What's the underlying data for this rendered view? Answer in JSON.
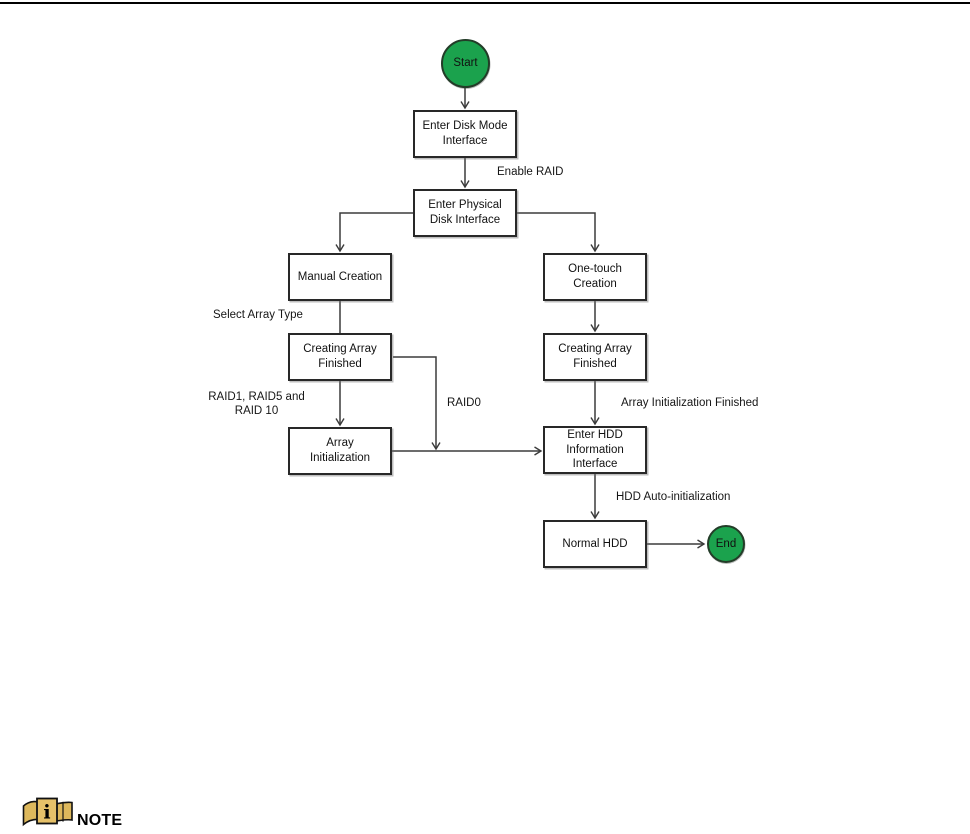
{
  "colors": {
    "terminal_fill": "#1ba24d",
    "terminal_border": "#233c28",
    "box_border": "#282828",
    "connector": "#3b3b3b",
    "note_icon_fill": "#ddb85c",
    "note_icon_box_fill": "#e6c169",
    "top_rule": "#000000",
    "text": "#1c1c1c"
  },
  "flowchart": {
    "nodes": {
      "start": {
        "label": "Start",
        "type": "terminal"
      },
      "enter_disk_mode": {
        "label": "Enter Disk Mode Interface",
        "type": "process"
      },
      "enter_physical_disk": {
        "label": "Enter Physical Disk Interface",
        "type": "process"
      },
      "manual_creation": {
        "label": "Manual Creation",
        "type": "process"
      },
      "one_touch_creation": {
        "label": "One-touch Creation",
        "type": "process"
      },
      "creating_array_finished_left": {
        "label": "Creating Array Finished",
        "type": "process"
      },
      "creating_array_finished_right": {
        "label": "Creating Array Finished",
        "type": "process"
      },
      "array_initialization": {
        "label": "Array Initialization",
        "type": "process"
      },
      "enter_hdd_information": {
        "label": "Enter HDD Information Interface",
        "type": "process"
      },
      "normal_hdd": {
        "label": "Normal HDD",
        "type": "process"
      },
      "end": {
        "label": "End",
        "type": "terminal"
      }
    },
    "edge_labels": {
      "enable_raid": "Enable RAID",
      "select_array_type": "Select Array Type",
      "raid_group": "RAID1, RAID5 and RAID 10",
      "raid0": "RAID0",
      "array_init_finished": "Array Initialization Finished",
      "hdd_auto_init": "HDD Auto-initialization"
    }
  },
  "note": {
    "label": "NOTE",
    "icon_glyph": "i"
  }
}
